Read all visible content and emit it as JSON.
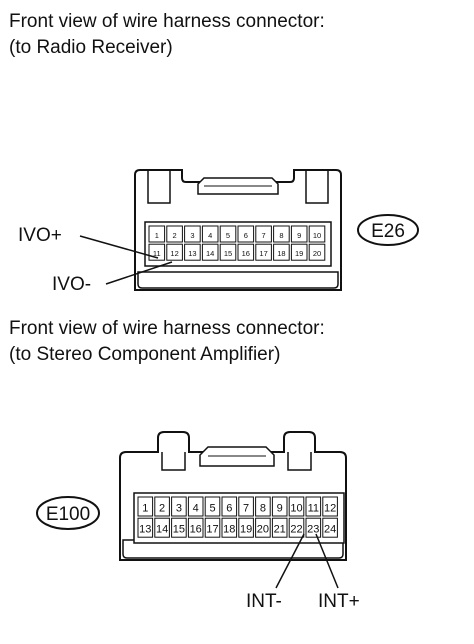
{
  "connector_top": {
    "heading_line1": "Front view of wire harness connector:",
    "heading_line2": "(to Radio Receiver)",
    "tag": "E26",
    "pins_row1": [
      "1",
      "2",
      "3",
      "4",
      "5",
      "6",
      "7",
      "8",
      "9",
      "10"
    ],
    "pins_row2": [
      "11",
      "12",
      "13",
      "14",
      "15",
      "16",
      "17",
      "18",
      "19",
      "20"
    ],
    "label_a": "IVO+",
    "label_b": "IVO-"
  },
  "connector_bottom": {
    "heading_line1": "Front view of wire harness connector:",
    "heading_line2": "(to Stereo Component Amplifier)",
    "tag": "E100",
    "pins_row1": [
      "1",
      "2",
      "3",
      "4",
      "5",
      "6",
      "7",
      "8",
      "9",
      "10",
      "11",
      "12"
    ],
    "pins_row2": [
      "13",
      "14",
      "15",
      "16",
      "17",
      "18",
      "19",
      "20",
      "21",
      "22",
      "23",
      "24"
    ],
    "label_a": "INT-",
    "label_b": "INT+"
  }
}
